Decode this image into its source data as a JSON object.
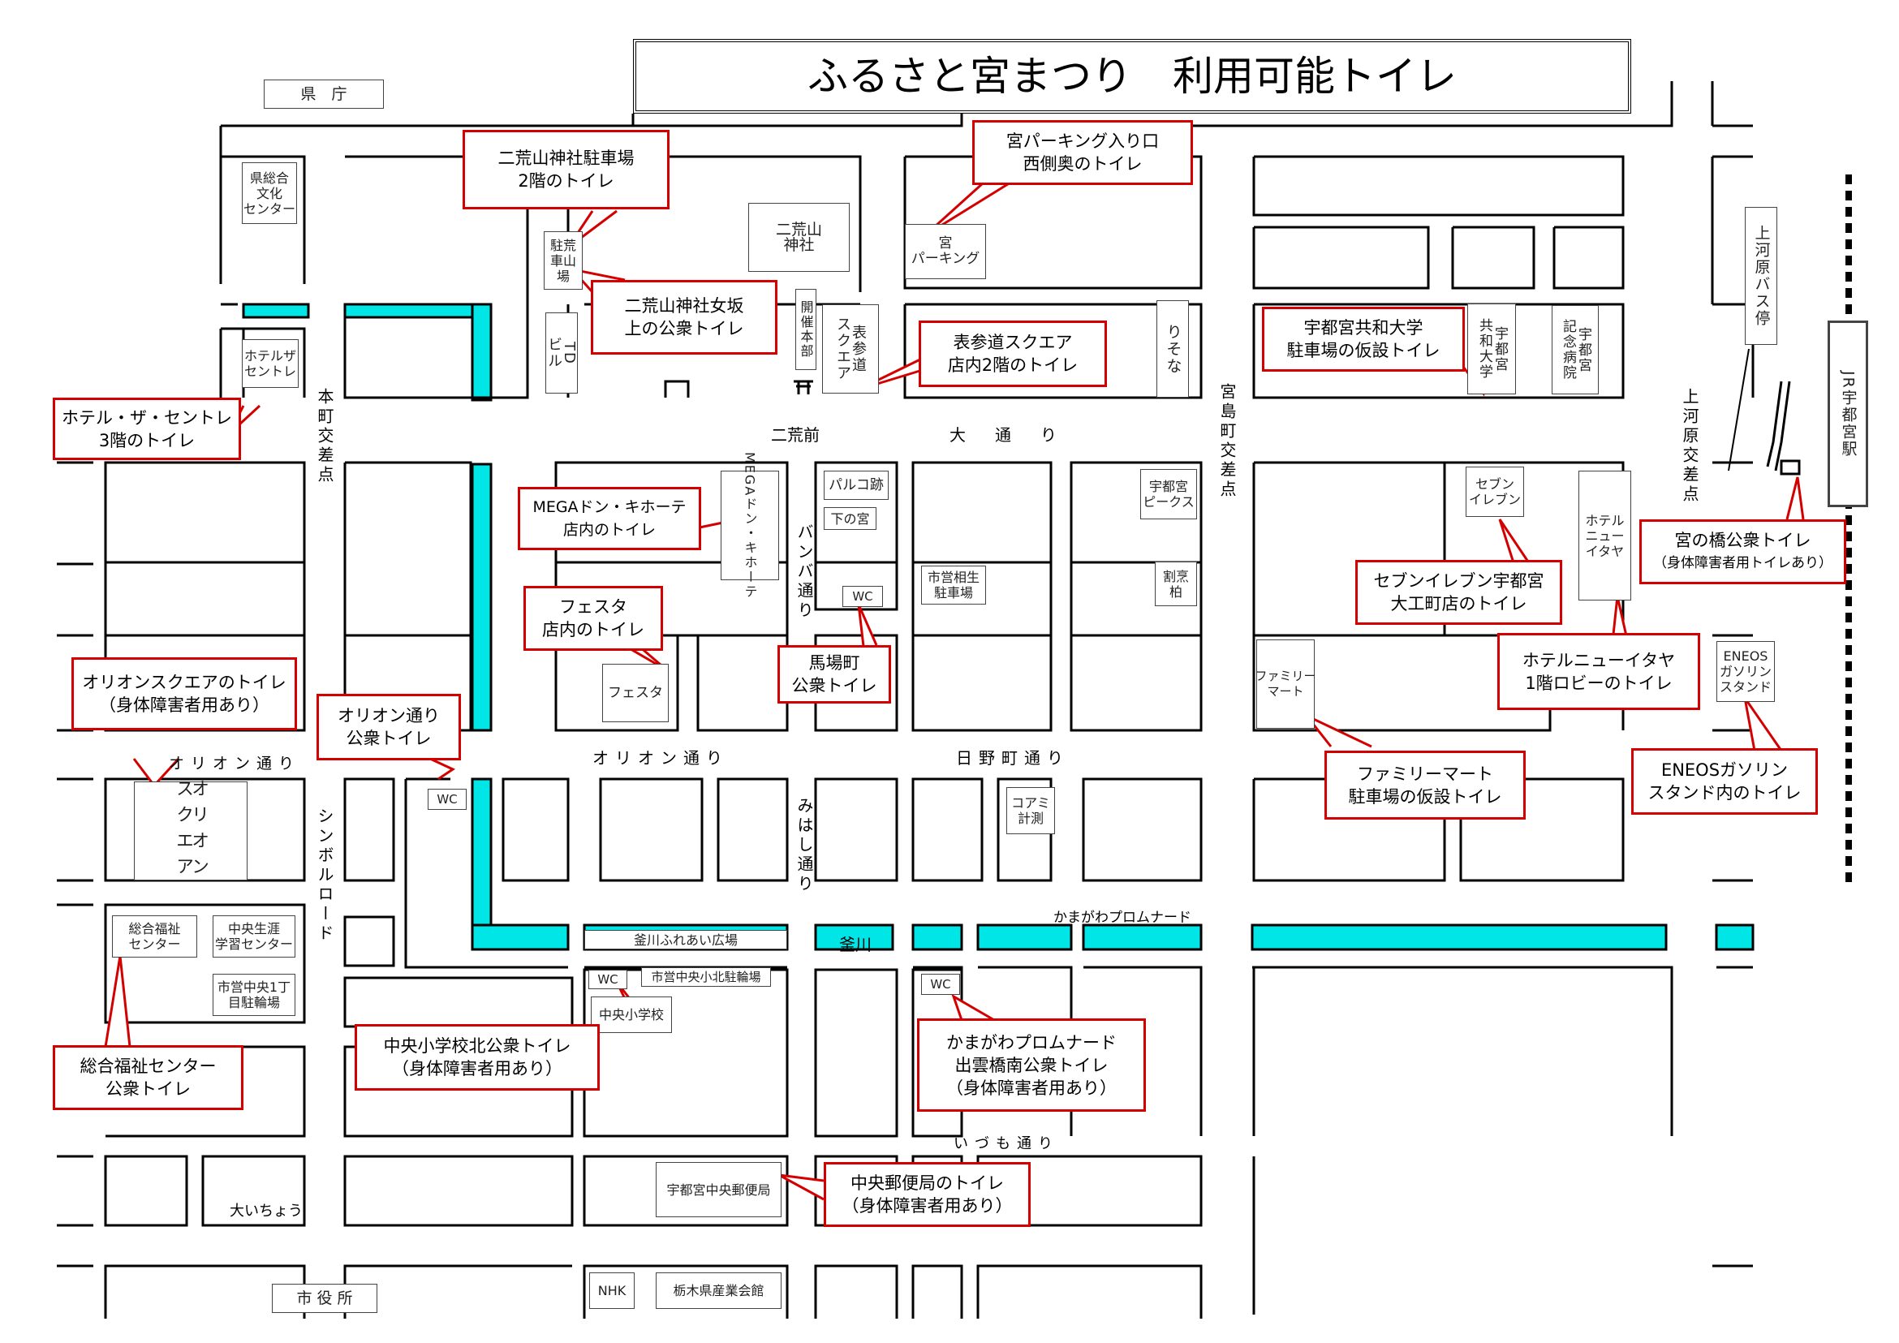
{
  "title": "ふるさと宮まつり　利用可能トイレ",
  "colors": {
    "river": "#00e5e5",
    "callout_border": "#d40000",
    "block_border": "#000000"
  },
  "landmarks": {
    "kencho": "県　庁",
    "shiyakusho": "市 役 所",
    "futarayama_jinja": "二荒山\n神社",
    "kaisai_honbu": "開催本部",
    "ken_sogo_bunka": "県総合\n文化\nセンター",
    "hotel_the_centre": "ホテルザ\nセントレ",
    "parking_futara": "駐荒\n車山\n場",
    "td_bldg": "TD\nビル",
    "omotesando": "表参道\nスクエア",
    "miya_parking": "宮\nパーキング",
    "risona": "りそな",
    "kyowa_univ": "宇都宮\n共和大学",
    "kinen_byoin": "宇都宮\n記念病院",
    "mega_donki": "MEGAドン・キホーテ",
    "parco": "パルコ跡",
    "shimonomiya": "下の宮",
    "utsunomiya_peaks": "宇都宮\nピークス",
    "shiei_aioi": "市営相生\n駐車場",
    "kappo_kashiwa": "割烹\n柏",
    "seven_eleven": "セブン\nイレブン",
    "hotel_new_itaya": "ホテル\nニュー\nイタヤ",
    "eneos": "ENEOS\nガソリン\nスタンド",
    "kamikawara_bus": "上河原バス停",
    "jr_station": "JR宇都宮駅",
    "festa": "フェスタ",
    "familymart": "ファミリー\nマート",
    "orion_square": "オリオン\nスクエア",
    "coami": "コアミ\n計測",
    "sogo_fukushi": "総合福祉\nセンター",
    "chuo_shogai": "中央生涯\n学習センター",
    "shimiya_chuo1": "市営中央1丁\n目駐輪場",
    "kanagawa_fureai": "釜川ふれあい広場",
    "shiei_chuosho": "市営中央小北駐輪場",
    "chuo_shogakko": "中央小学校",
    "chuo_yubin": "宇都宮中央郵便局",
    "nhk": "NHK",
    "tochigi_sangyo": "栃木県産業会館",
    "oichou": "大いちょう",
    "wc": "WC",
    "kanagawa": "釜川"
  },
  "roads": {
    "odori": "大　通　り",
    "futaramae": "二荒前",
    "orion_dori_w": "オリオン通り",
    "orion_dori": "オリオン通り",
    "hinomachi": "日野町通り",
    "banba_dori": "バンバ通り",
    "mihashi_dori": "みはし通り",
    "symbol_road": "シンボルロード",
    "honcho_kosaten": "本町交差点",
    "miyajimacho_kosaten": "宮島町交差点",
    "kamikawara_kosaten": "上河原交差点",
    "kamagawa_promenade": "かまがわプロムナード",
    "izumo_dori": "いづも通り"
  },
  "callouts": [
    {
      "id": "futara-parking",
      "line1": "二荒山神社駐車場",
      "line2": "2階のトイレ"
    },
    {
      "id": "miya-parking",
      "line1": "宮パーキング入り口",
      "line2": "西側奥のトイレ"
    },
    {
      "id": "futara-onnazaka",
      "line1": "二荒山神社女坂",
      "line2": "上の公衆トイレ"
    },
    {
      "id": "omotesando-square",
      "line1": "表参道スクエア",
      "line2": "店内2階のトイレ"
    },
    {
      "id": "kyowa-univ",
      "line1": "宇都宮共和大学",
      "line2": "駐車場の仮設トイレ"
    },
    {
      "id": "hotel-centre",
      "line1": "ホテル・ザ・セントレ",
      "line2": "3階のトイレ"
    },
    {
      "id": "mega-donki",
      "line1": "MEGAドン・キホーテ",
      "line2": "店内のトイレ"
    },
    {
      "id": "miyanohashi",
      "line1": "宮の橋公衆トイレ",
      "line2": "（身体障害者用トイレあり）"
    },
    {
      "id": "festa",
      "line1": "フェスタ",
      "line2": "店内のトイレ"
    },
    {
      "id": "babacho",
      "line1": "馬場町",
      "line2": "公衆トイレ"
    },
    {
      "id": "seven-eleven",
      "line1": "セブンイレブン宇都宮",
      "line2": "大工町店のトイレ"
    },
    {
      "id": "new-itaya",
      "line1": "ホテルニューイタヤ",
      "line2": "1階ロビーのトイレ"
    },
    {
      "id": "orion-square",
      "line1": "オリオンスクエアのトイレ",
      "line2": "（身体障害者用あり）"
    },
    {
      "id": "orion-dori",
      "line1": "オリオン通り",
      "line2": "公衆トイレ"
    },
    {
      "id": "eneos",
      "line1": "ENEOSガソリン",
      "line2": "スタンド内のトイレ"
    },
    {
      "id": "familymart",
      "line1": "ファミリーマート",
      "line2": "駐車場の仮設トイレ"
    },
    {
      "id": "chuo-shogakko",
      "line1": "中央小学校北公衆トイレ",
      "line2": "（身体障害者用あり）"
    },
    {
      "id": "kamagawa",
      "line1": "かまがわプロムナード",
      "line2": "出雲橋南公衆トイレ",
      "line3": "（身体障害者用あり）"
    },
    {
      "id": "sogo-fukushi",
      "line1": "総合福祉センター",
      "line2": "公衆トイレ"
    },
    {
      "id": "chuo-yubin",
      "line1": "中央郵便局のトイレ",
      "line2": "（身体障害者用あり）"
    }
  ]
}
